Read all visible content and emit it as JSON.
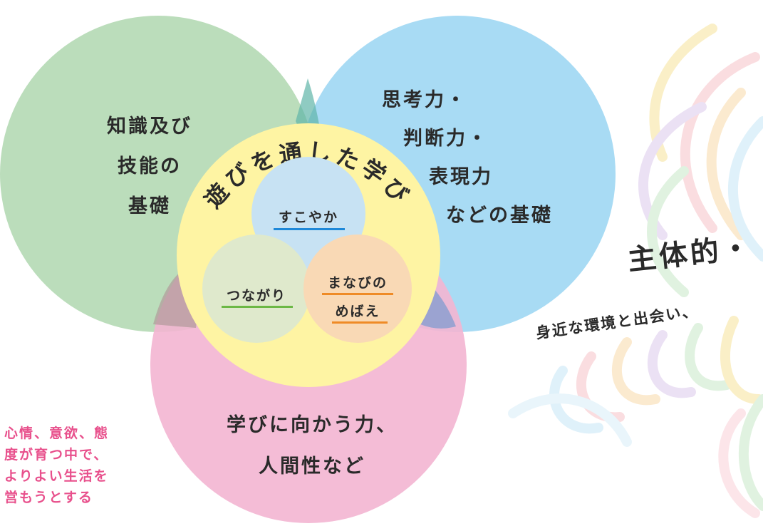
{
  "circles": {
    "knowledge": [
      "知識及び",
      "技能の",
      "基礎"
    ],
    "thinking": [
      "思考力・",
      "判断力・",
      "表現力",
      "などの基礎"
    ],
    "attitude": [
      "学びに向かう力、",
      "人間性など"
    ]
  },
  "center": {
    "arc_title": "遊びを通した学び",
    "sukoyaka": "すこやか",
    "tsunagari": "つながり",
    "manabi": [
      "まなびの",
      "めばえ"
    ]
  },
  "right": {
    "heading": "主体的・",
    "subtext": "身近な環境と出会い、"
  },
  "side_note": [
    "心情、意欲、態",
    "度が育つ中で、",
    "よりよい生活を",
    "営もうとする"
  ],
  "colors": {
    "green_circle": "#b7dbb7",
    "blue_circle": "#9cd6f3",
    "pink_circle": "#f3b5d2",
    "center_yellow": "#fef4a3",
    "sukoyaka_underline": "#1e88d8",
    "tsunagari_underline": "#6cb845",
    "manabi_underline": "#ef8b26",
    "side_text": "#e8508c"
  }
}
